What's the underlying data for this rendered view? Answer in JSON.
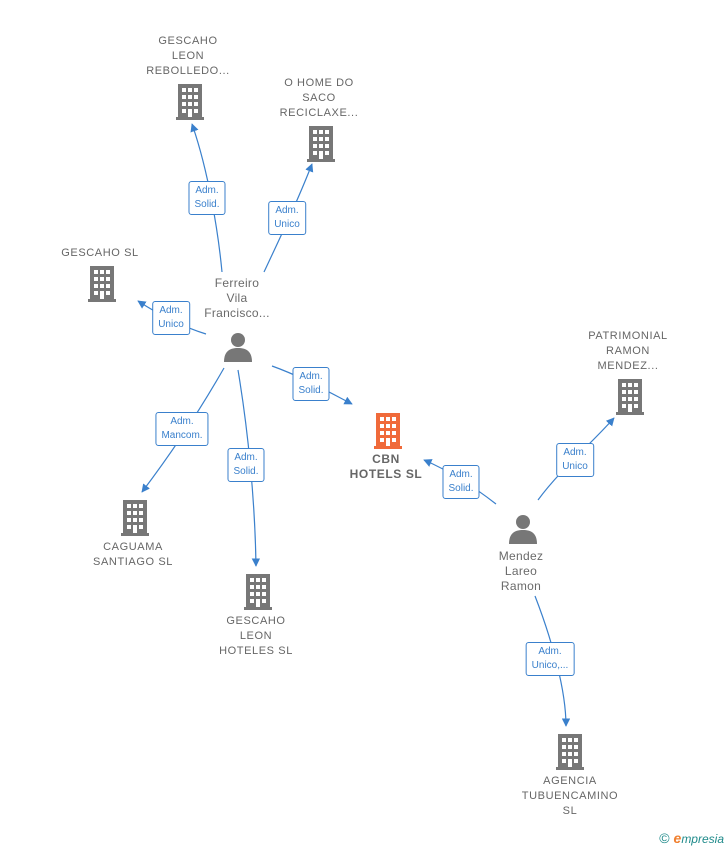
{
  "colors": {
    "edge": "#3a80cc",
    "company": "#777777",
    "focus_company": "#f06a3a",
    "person": "#777777",
    "label": "#666666"
  },
  "nodes": [
    {
      "id": "gescaho_leon_rebolledo",
      "kind": "company",
      "lines": [
        "GESCAHO",
        "LEON",
        "REBOLLEDO..."
      ]
    },
    {
      "id": "o_home_do_saco",
      "kind": "company",
      "lines": [
        "O HOME DO",
        "SACO",
        "RECICLAXE..."
      ]
    },
    {
      "id": "gescaho_sl",
      "kind": "company",
      "lines": [
        "GESCAHO  SL"
      ]
    },
    {
      "id": "ferreiro",
      "kind": "person",
      "lines": [
        "Ferreiro",
        "Vila",
        "Francisco..."
      ]
    },
    {
      "id": "patrimonial",
      "kind": "company",
      "lines": [
        "PATRIMONIAL",
        "RAMON",
        "MENDEZ..."
      ]
    },
    {
      "id": "cbn_hotels",
      "kind": "focus",
      "lines": [
        "CBN",
        "HOTELS  SL"
      ]
    },
    {
      "id": "caguama",
      "kind": "company",
      "lines": [
        "CAGUAMA",
        "SANTIAGO  SL"
      ]
    },
    {
      "id": "gescaho_leon_hoteles",
      "kind": "company",
      "lines": [
        "GESCAHO",
        "LEON",
        "HOTELES  SL"
      ]
    },
    {
      "id": "mendez",
      "kind": "person",
      "lines": [
        "Mendez",
        "Lareo",
        "Ramon"
      ]
    },
    {
      "id": "agencia",
      "kind": "company",
      "lines": [
        "AGENCIA",
        "TUBUENCAMINO",
        "SL"
      ]
    }
  ],
  "edges": [
    {
      "from": "ferreiro",
      "to": "gescaho_leon_rebolledo",
      "label": [
        "Adm.",
        "Solid."
      ]
    },
    {
      "from": "ferreiro",
      "to": "o_home_do_saco",
      "label": [
        "Adm.",
        "Unico"
      ]
    },
    {
      "from": "ferreiro",
      "to": "gescaho_sl",
      "label": [
        "Adm.",
        "Unico"
      ]
    },
    {
      "from": "ferreiro",
      "to": "cbn_hotels",
      "label": [
        "Adm.",
        "Solid."
      ]
    },
    {
      "from": "ferreiro",
      "to": "caguama",
      "label": [
        "Adm.",
        "Mancom."
      ]
    },
    {
      "from": "ferreiro",
      "to": "gescaho_leon_hoteles",
      "label": [
        "Adm.",
        "Solid."
      ]
    },
    {
      "from": "mendez",
      "to": "cbn_hotels",
      "label": [
        "Adm.",
        "Solid."
      ]
    },
    {
      "from": "mendez",
      "to": "patrimonial",
      "label": [
        "Adm.",
        "Unico"
      ]
    },
    {
      "from": "mendez",
      "to": "agencia",
      "label": [
        "Adm.",
        "Unico,..."
      ]
    }
  ],
  "copyright": {
    "symbol": "©",
    "brand_first": "e",
    "brand_rest": "mpresia"
  }
}
